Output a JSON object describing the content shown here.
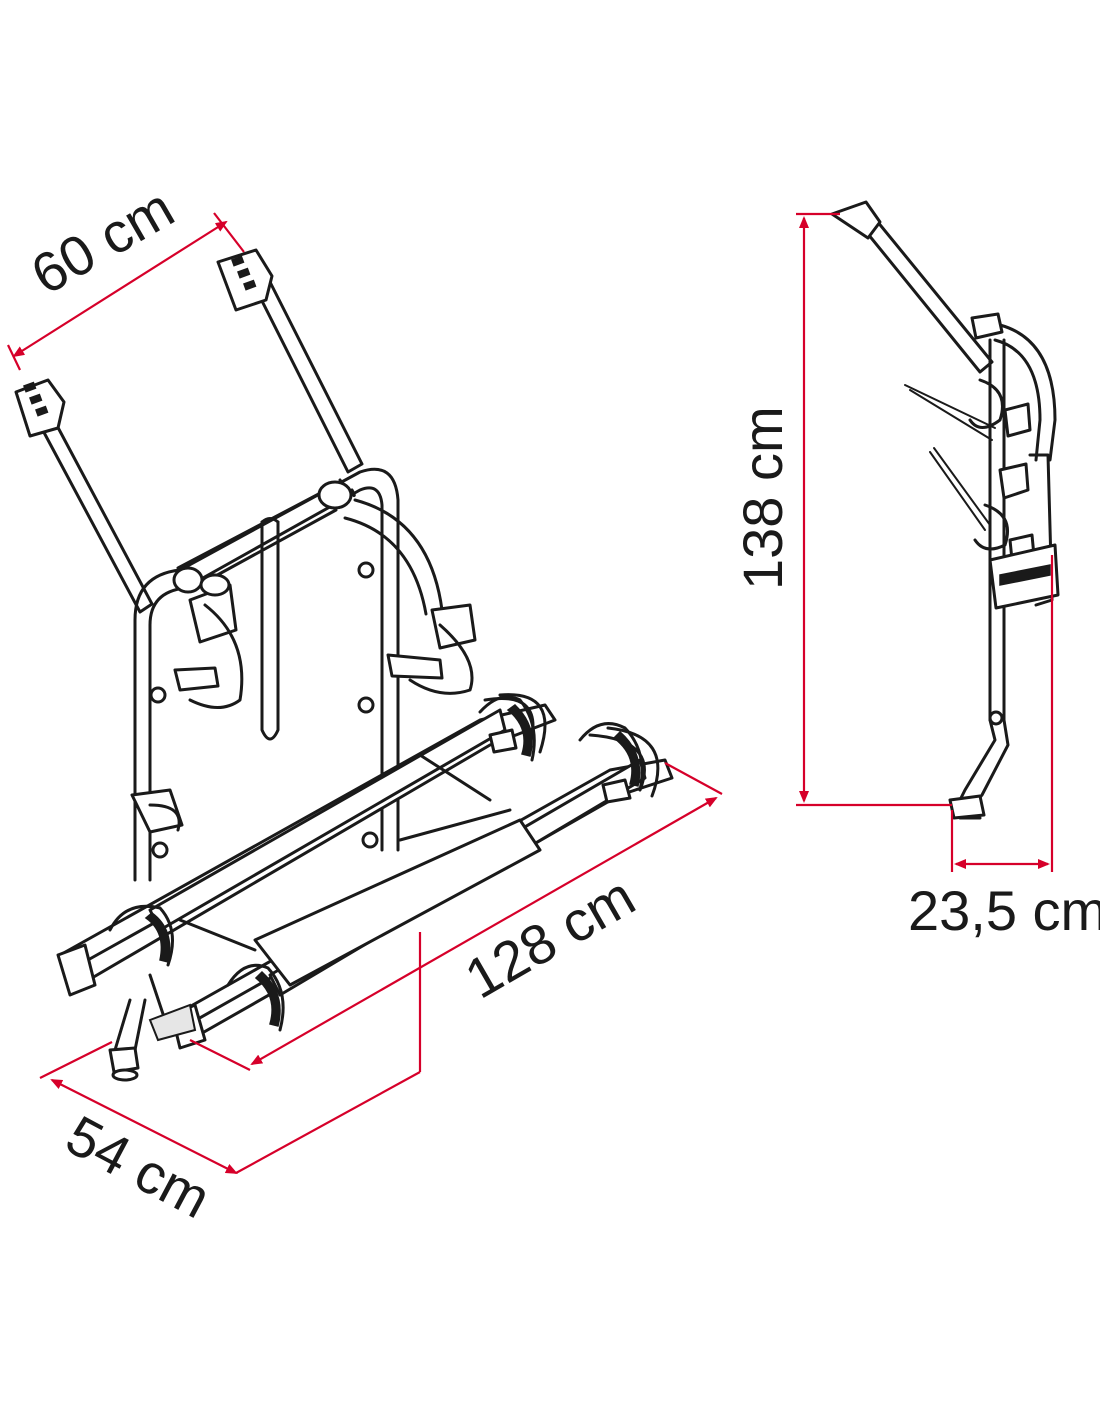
{
  "dimensions": {
    "width_top": "60 cm",
    "height": "138 cm",
    "length": "128 cm",
    "depth_front": "54 cm",
    "depth_side": "23,5 cm"
  },
  "colors": {
    "dimension_line": "#d6002a",
    "outline": "#1a1a1a",
    "background": "#ffffff"
  }
}
